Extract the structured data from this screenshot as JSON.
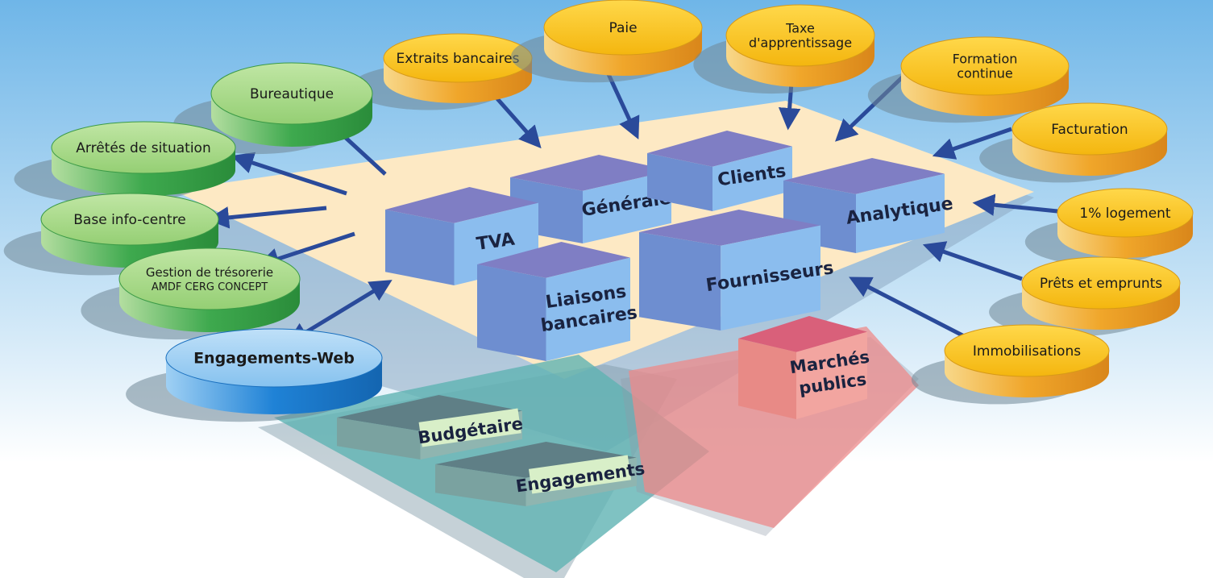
{
  "colors": {
    "sky_top": "#6fb6e8",
    "sky_bottom": "#ffffff",
    "platform": "#fde9c4",
    "platform_shadow": "#8aa6bf",
    "box_top": "#7f7ec4",
    "box_front": "#8bbdee",
    "box_side": "#6e8ed0",
    "teal_zone": "#5fb3b3",
    "pink_zone": "#ee8a8a",
    "arrow": "#2a4a9a",
    "yellow_disc": "#f7c01c",
    "yellow_disc_dark": "#e49a14",
    "green_disc": "#9ed37d",
    "green_disc_dark": "#3aa34a",
    "blue_disc": "#8ec8f2",
    "blue_disc_dark": "#1f7fd0"
  },
  "modules": [
    {
      "id": "tva",
      "lines": [
        "TVA"
      ]
    },
    {
      "id": "generale",
      "lines": [
        "Générale"
      ]
    },
    {
      "id": "clients",
      "lines": [
        "Clients"
      ]
    },
    {
      "id": "analytique",
      "lines": [
        "Analytique"
      ]
    },
    {
      "id": "fournisseurs",
      "lines": [
        "Fournisseurs"
      ]
    },
    {
      "id": "liaisons",
      "lines": [
        "Liaisons",
        "bancaires"
      ]
    },
    {
      "id": "marches",
      "lines": [
        "Marchés",
        "publics"
      ]
    },
    {
      "id": "budgetaire",
      "lines": [
        "Budgétaire"
      ]
    },
    {
      "id": "engagements",
      "lines": [
        "Engagements"
      ]
    }
  ],
  "discs": [
    {
      "id": "extraits",
      "color": "yellow",
      "lines": [
        "Extraits bancaires"
      ]
    },
    {
      "id": "paie",
      "color": "yellow",
      "lines": [
        "Paie"
      ]
    },
    {
      "id": "taxe",
      "color": "yellow",
      "lines": [
        "Taxe",
        "d'apprentissage"
      ]
    },
    {
      "id": "formation",
      "color": "yellow",
      "lines": [
        "Formation",
        "continue"
      ]
    },
    {
      "id": "facturation",
      "color": "yellow",
      "lines": [
        "Facturation"
      ]
    },
    {
      "id": "logement",
      "color": "yellow",
      "lines": [
        "1% logement"
      ]
    },
    {
      "id": "prets",
      "color": "yellow",
      "lines": [
        "Prêts et emprunts"
      ]
    },
    {
      "id": "immo",
      "color": "yellow",
      "lines": [
        "Immobilisations"
      ]
    },
    {
      "id": "bureautique",
      "color": "green",
      "lines": [
        "Bureautique"
      ]
    },
    {
      "id": "arretes",
      "color": "green",
      "lines": [
        "Arrêtés de situation"
      ]
    },
    {
      "id": "base",
      "color": "green",
      "lines": [
        "Base info-centre"
      ]
    },
    {
      "id": "tresorerie",
      "color": "green",
      "lines": [
        "Gestion de trésorerie",
        "AMDF  CERG  CONCEPT"
      ]
    },
    {
      "id": "web",
      "color": "blue",
      "lines": [
        "Engagements-Web"
      ]
    }
  ],
  "arrows": [
    {
      "id": "extraits-arrow",
      "dir": "in"
    },
    {
      "id": "paie-arrow",
      "dir": "in"
    },
    {
      "id": "taxe-arrow",
      "dir": "in"
    },
    {
      "id": "formation-arrow",
      "dir": "in"
    },
    {
      "id": "facturation-arrow",
      "dir": "in"
    },
    {
      "id": "logement-arrow",
      "dir": "in"
    },
    {
      "id": "prets-arrow",
      "dir": "in"
    },
    {
      "id": "immo-arrow",
      "dir": "in"
    },
    {
      "id": "bureautique-arrow",
      "dir": "out"
    },
    {
      "id": "arretes-arrow",
      "dir": "out"
    },
    {
      "id": "base-arrow",
      "dir": "out"
    },
    {
      "id": "tresorerie-arrow",
      "dir": "out"
    },
    {
      "id": "web-arrow",
      "dir": "both"
    }
  ]
}
